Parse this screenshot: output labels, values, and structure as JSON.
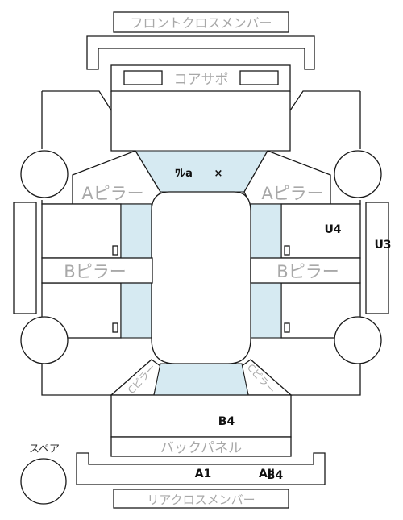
{
  "labels": {
    "front_cross_member": "フロントクロスメンバー",
    "core_support": "コアサポ",
    "a_pillar_left": "Aピラー",
    "a_pillar_right": "Aピラー",
    "b_pillar_left": "Bピラー",
    "b_pillar_right": "Bピラー",
    "c_pillar_left": "Cピラー",
    "c_pillar_right": "Cピラー",
    "back_panel": "バックパネル",
    "rear_cross_member": "リアクロスメンバー",
    "spare": "スペア"
  },
  "marks": {
    "windshield": "ﾜﾚa",
    "windshield_x": "×",
    "u4": "U4",
    "u3": "U3",
    "b4_trunk": "B4",
    "a1": "A1",
    "rear_overlap_a": "AⅡ",
    "rear_overlap_b": "B4"
  },
  "colors": {
    "glass": "#d6eaf2",
    "outline": "#1a1a1a",
    "label_gray": "#a8a8a8",
    "mark": "#111111"
  }
}
